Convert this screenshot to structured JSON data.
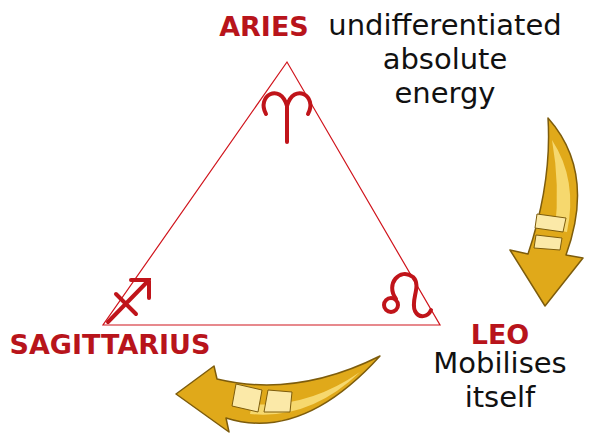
{
  "diagram": {
    "labels": [
      "ARIES",
      "undifferentiated absolute energy",
      "LEO",
      "Mobilises itself",
      "SAGITTARIUS"
    ]
  }
}
